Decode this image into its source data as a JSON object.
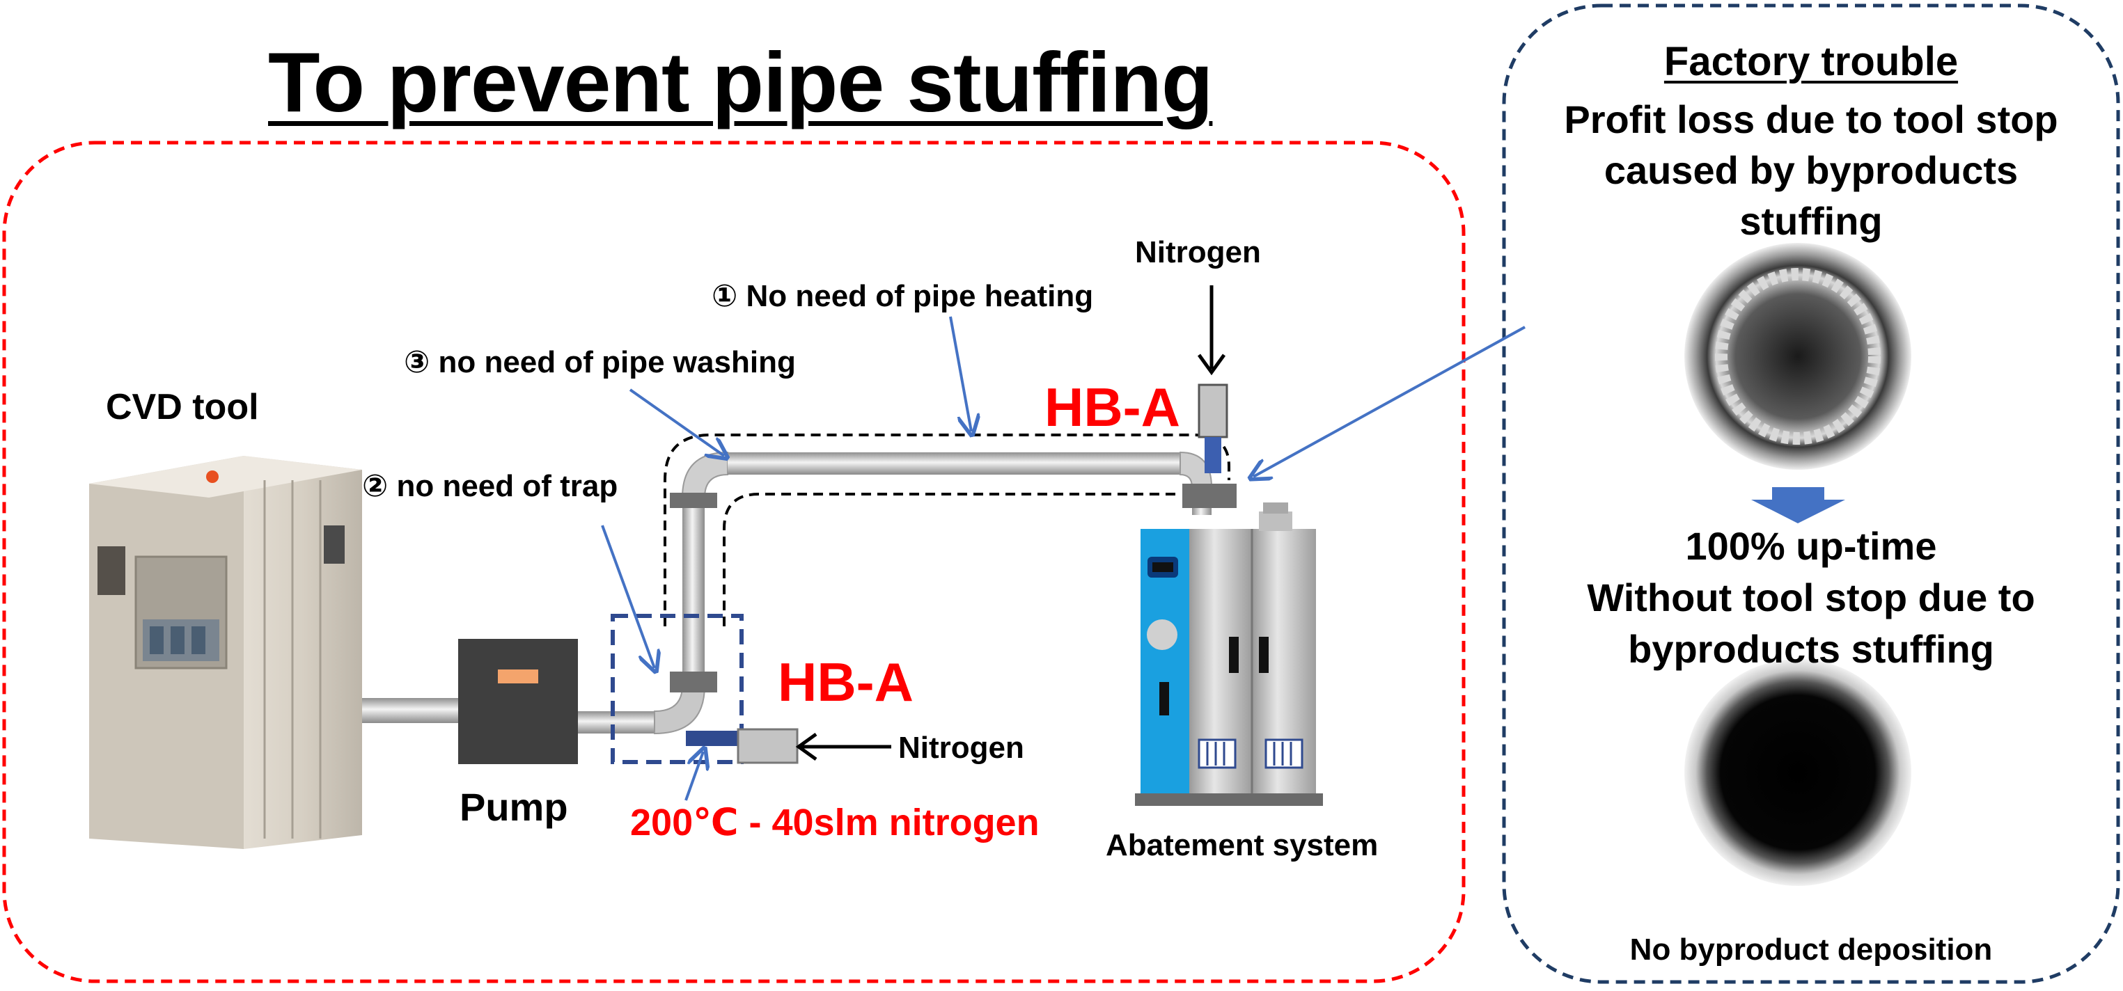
{
  "title": "To prevent pipe stuffing",
  "labels": {
    "cvd_tool": "CVD tool",
    "pump": "Pump",
    "abatement_system": "Abatement system",
    "nitrogen_top": "Nitrogen",
    "nitrogen_bottom": "Nitrogen",
    "hb_a_top": "HB-A",
    "hb_a_bottom": "HB-A",
    "condition": "200℃ - 40slm  nitrogen",
    "note_1": "① No need of pipe heating",
    "note_2": "② no  need of trap",
    "note_3": "③ no  need of  pipe washing"
  },
  "panel": {
    "heading": "Factory trouble",
    "trouble_lines": [
      "Profit loss  due to tool stop",
      "caused by byproducts",
      "stuffing"
    ],
    "uptime": "100%    up-time",
    "result_lines": [
      "Without tool stop due to",
      "byproducts stuffing"
    ],
    "caption": "No  byproduct  deposition"
  },
  "colors": {
    "red_border": "#ff0000",
    "panel_border": "#1f3c64",
    "arrow_blue": "#4472c4",
    "hb_red": "#ff0000",
    "dark_blue": "#2f4a8f"
  }
}
